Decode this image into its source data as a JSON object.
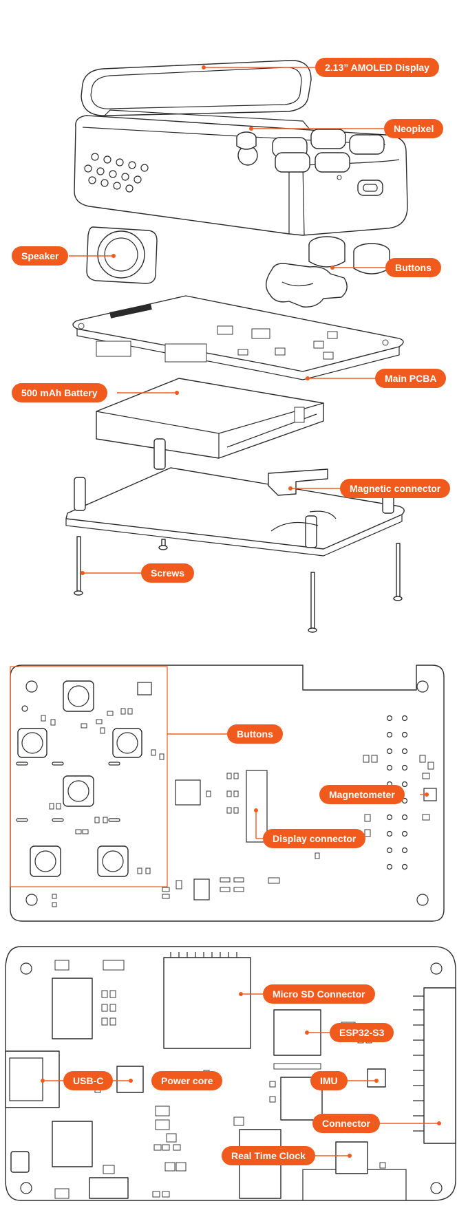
{
  "sections": [
    {
      "id": "exploded-view",
      "labels": [
        {
          "key": "display",
          "text": "2.13” AMOLED Display"
        },
        {
          "key": "neopixel",
          "text": "Neopixel"
        },
        {
          "key": "speaker",
          "text": "Speaker"
        },
        {
          "key": "buttons",
          "text": "Buttons"
        },
        {
          "key": "main_pcba",
          "text": "Main PCBA"
        },
        {
          "key": "battery",
          "text": "500 mAh Battery"
        },
        {
          "key": "magnetic_connector",
          "text": "Magnetic connector"
        },
        {
          "key": "screws",
          "text": "Screws"
        }
      ]
    },
    {
      "id": "pcb-front",
      "labels": [
        {
          "key": "buttons",
          "text": "Buttons"
        },
        {
          "key": "magnetometer",
          "text": "Magnetometer"
        },
        {
          "key": "display_connector",
          "text": "Display connector"
        }
      ]
    },
    {
      "id": "pcb-back",
      "labels": [
        {
          "key": "micro_sd",
          "text": "Micro SD Connector"
        },
        {
          "key": "esp32",
          "text": "ESP32-S3"
        },
        {
          "key": "usb_c",
          "text": "USB-C"
        },
        {
          "key": "power_core",
          "text": "Power core"
        },
        {
          "key": "imu",
          "text": "IMU"
        },
        {
          "key": "connector",
          "text": "Connector"
        },
        {
          "key": "rtc",
          "text": "Real Time Clock"
        }
      ]
    }
  ],
  "colors": {
    "accent": "#f05a1d",
    "line": "#2a2a2a",
    "background": "#ffffff"
  }
}
